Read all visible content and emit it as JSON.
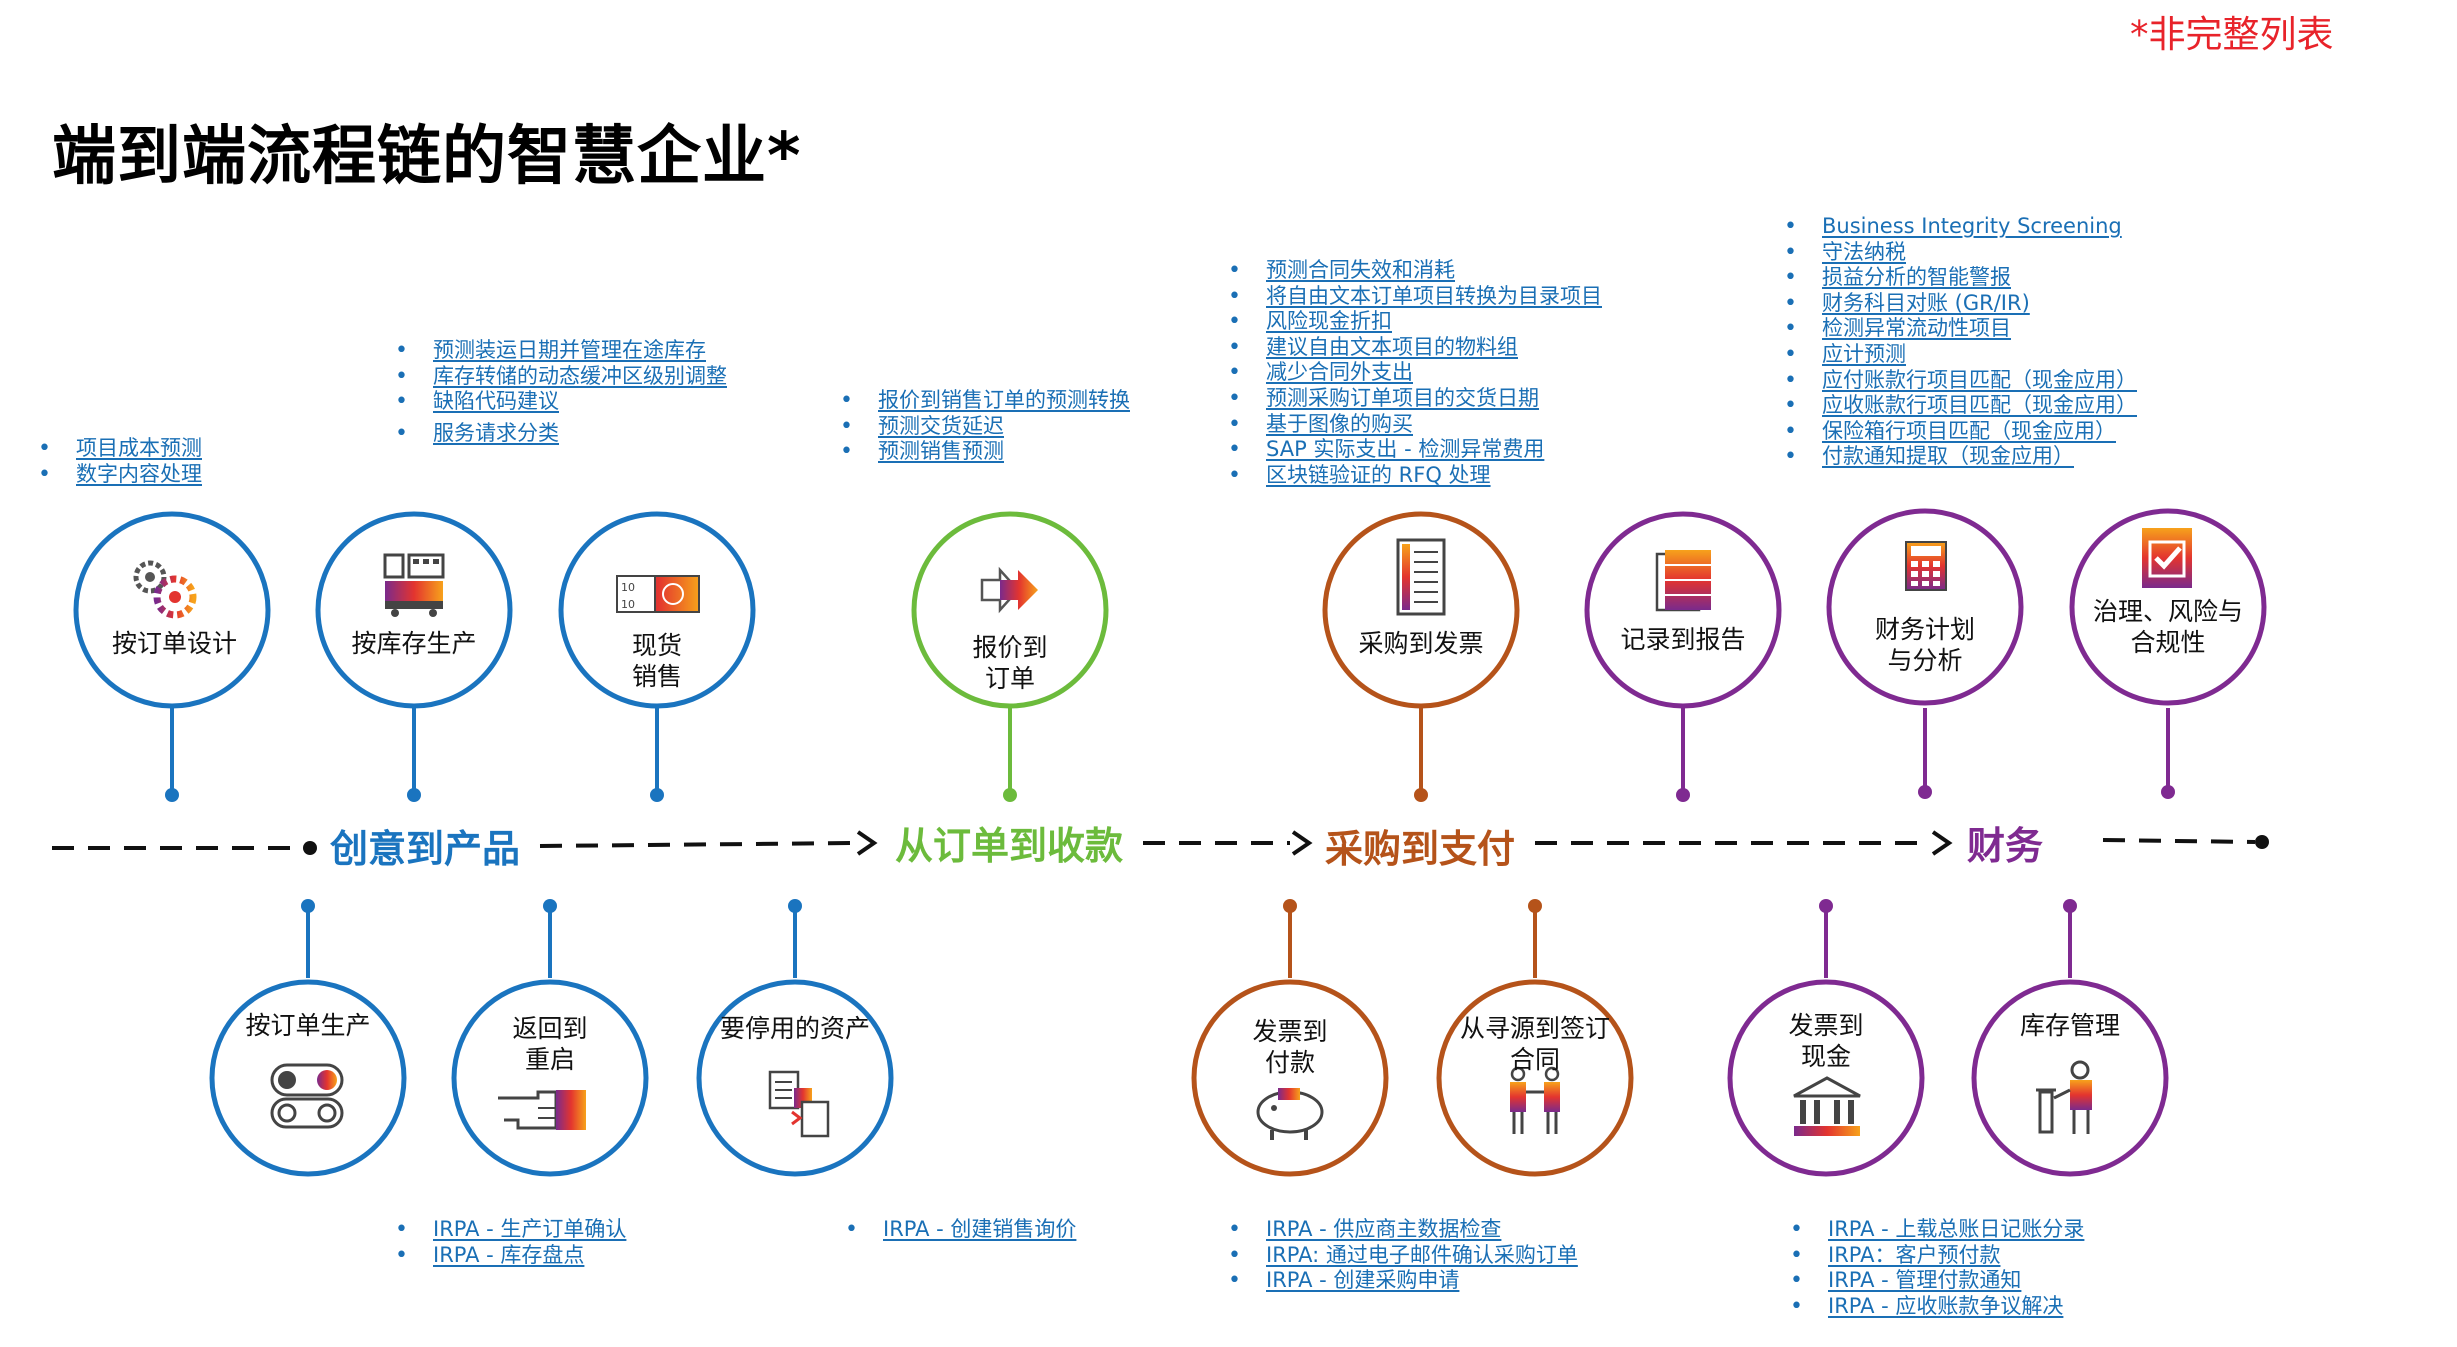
{
  "note": "*非完整列表",
  "title": "端到端流程链的智慧企业*",
  "colors": {
    "blue": "#1a74bf",
    "green": "#6cbb3c",
    "orange": "#b5531a",
    "purple": "#7f2a91",
    "link": "#1a6fb5",
    "red": "#e8232a"
  },
  "stages": [
    {
      "label": "创意到产品",
      "color": "#1a74bf"
    },
    {
      "label": "从订单到收款",
      "color": "#6cbb3c"
    },
    {
      "label": "采购到支付",
      "color": "#b5531a"
    },
    {
      "label": "财务",
      "color": "#7f2a91"
    }
  ],
  "top_circles": [
    {
      "label": "按订单设计",
      "icon": "gears-icon"
    },
    {
      "label": "按库存生产",
      "icon": "factory-icon"
    },
    {
      "label": "现货\n销售",
      "icon": "banknote-icon"
    },
    {
      "label": "报价到\n订单",
      "icon": "arrow-forward-icon"
    },
    {
      "label": "采购到发票",
      "icon": "invoice-icon"
    },
    {
      "label": "记录到报告",
      "icon": "report-stack-icon"
    },
    {
      "label": "财务计划\n与分析",
      "icon": "calculator-icon"
    },
    {
      "label": "治理、风险与\n合规性",
      "icon": "checkbox-icon"
    }
  ],
  "bottom_circles": [
    {
      "label": "按订单生产",
      "icon": "conveyor-icon"
    },
    {
      "label": "返回到\n重启",
      "icon": "hand-point-icon"
    },
    {
      "label": "要停用的资产",
      "icon": "document-exchange-icon"
    },
    {
      "label": "发票到\n付款",
      "icon": "piggy-bank-icon"
    },
    {
      "label": "从寻源到签订\n合同",
      "icon": "handshake-icon"
    },
    {
      "label": "发票到\n现金",
      "icon": "bank-building-icon"
    },
    {
      "label": "库存管理",
      "icon": "worker-desk-icon"
    }
  ],
  "top_lists": [
    [
      "项目成本预测",
      "数字内容处理"
    ],
    [
      "预测装运日期并管理在途库存",
      "库存转储的动态缓冲区级别调整",
      "缺陷代码建议",
      "服务请求分类"
    ],
    [
      "报价到销售订单的预测转换",
      "预测交货延迟",
      "预测销售预测"
    ],
    [
      "预测合同失效和消耗",
      "将自由文本订单项目转换为目录项目",
      "风险现金折扣",
      "建议自由文本项目的物料组",
      "减少合同外支出",
      "预测采购订单项目的交货日期",
      "基于图像的购买",
      "SAP 实际支出 - 检测异常费用",
      "区块链验证的 RFQ 处理"
    ],
    [
      "Business Integrity Screening",
      "守法纳税",
      "损益分析的智能警报",
      "财务科目对账 (GR/IR)",
      "检测异常流动性项目",
      "应计预测",
      "应付账款行项目匹配（现金应用）",
      "应收账款行项目匹配（现金应用）",
      "保险箱行项目匹配（现金应用）",
      "付款通知提取（现金应用）"
    ]
  ],
  "bottom_lists": [
    [
      "IRPA - 生产订单确认",
      "IRPA - 库存盘点"
    ],
    [
      "IRPA - 创建销售询价"
    ],
    [
      "IRPA - 供应商主数据检查",
      "IRPA: 通过电子邮件确认采购订单",
      "IRPA - 创建采购申请"
    ],
    [
      "IRPA - 上载总账日记账分录",
      "IRPA：客户预付款",
      "IRPA - 管理付款通知",
      "IRPA - 应收账款争议解决"
    ]
  ]
}
